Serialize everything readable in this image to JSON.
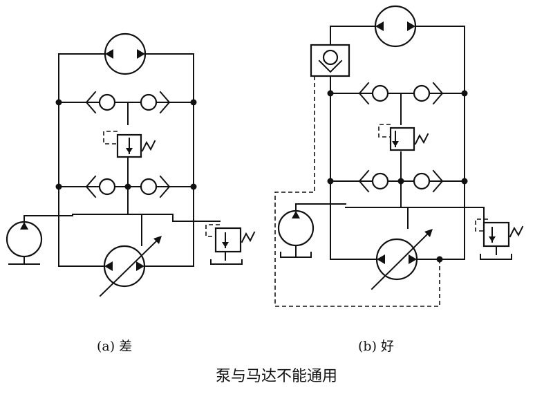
{
  "diagram": {
    "label_a": "(a) 差",
    "label_b": "(b) 好",
    "caption": "泵与马达不能通用"
  }
}
